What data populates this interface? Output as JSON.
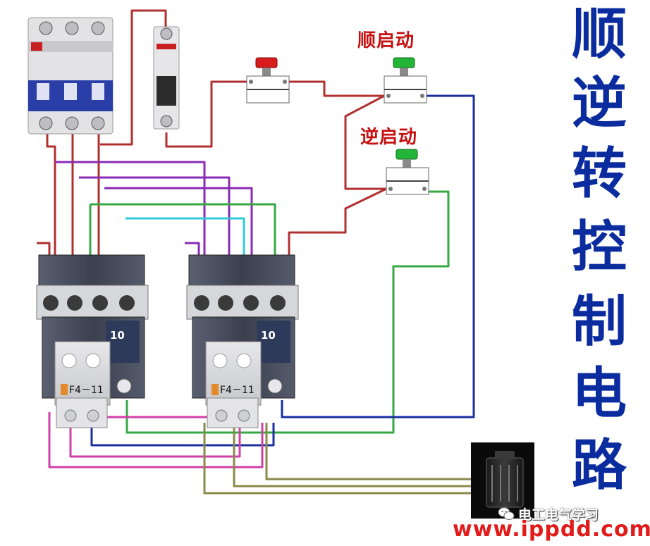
{
  "title_chars": [
    "顺",
    "逆",
    "转",
    "控",
    "制",
    "电",
    "路"
  ],
  "labels": {
    "forward_start": "顺启动",
    "reverse_start": "逆启动"
  },
  "contactor_labels": {
    "left_number": "10",
    "left_relay": "F4－11",
    "right_number": "10",
    "right_relay": "F4－11"
  },
  "watermark": {
    "account": "电工电气学习",
    "site": "www.ippdd.com"
  },
  "colors": {
    "title_blue": "#0b2c9e",
    "label_red": "#c41010",
    "wire_red": "#b03030",
    "wire_purple": "#8a2bb5",
    "wire_green": "#35a844",
    "wire_cyan": "#33c8d8",
    "wire_blue": "#1a2fa0",
    "wire_olive": "#8a8a4a",
    "wire_magenta": "#d23fa6",
    "button_red": "#d81c1c",
    "button_green": "#23b537",
    "breaker_blue": "#2a3ea8"
  },
  "icons": [
    "wechat-icon",
    "motor-icon",
    "push-button-icon",
    "breaker-icon"
  ]
}
